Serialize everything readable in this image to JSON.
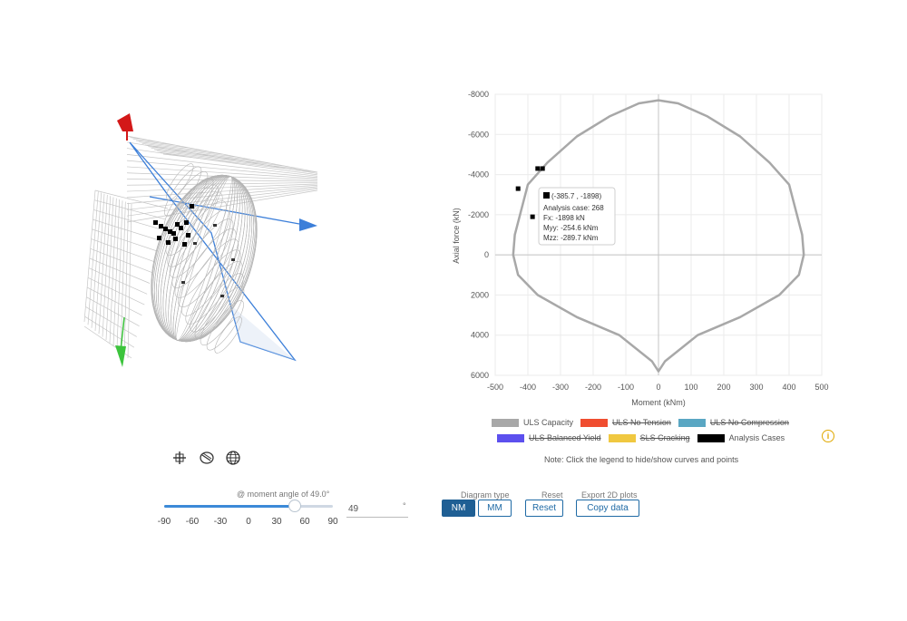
{
  "chart_data": {
    "type": "line",
    "title": "",
    "xlabel": "Moment (kNm)",
    "ylabel": "Axial force (kN)",
    "xlim": [
      -500,
      500
    ],
    "ylim": [
      -8000,
      6000
    ],
    "y_reversed": true,
    "grid": true,
    "xticks": [
      "-500",
      "-400",
      "-300",
      "-200",
      "-100",
      "0",
      "100",
      "200",
      "300",
      "400",
      "500"
    ],
    "yticks": [
      "-8000",
      "-6000",
      "-4000",
      "-2000",
      "0",
      "2000",
      "4000",
      "6000"
    ],
    "series": [
      {
        "name": "ULS Capacity",
        "color": "#a8a8a8",
        "visible": true,
        "points": [
          [
            0,
            -7700
          ],
          [
            -60,
            -7550
          ],
          [
            -150,
            -6900
          ],
          [
            -250,
            -5900
          ],
          [
            -340,
            -4600
          ],
          [
            -400,
            -3500
          ],
          [
            -440,
            -1000
          ],
          [
            -445,
            0
          ],
          [
            -430,
            1000
          ],
          [
            -370,
            2000
          ],
          [
            -250,
            3100
          ],
          [
            -120,
            4000
          ],
          [
            -20,
            5300
          ],
          [
            0,
            5800
          ],
          [
            20,
            5300
          ],
          [
            120,
            4000
          ],
          [
            250,
            3100
          ],
          [
            370,
            2000
          ],
          [
            430,
            1000
          ],
          [
            445,
            0
          ],
          [
            440,
            -1000
          ],
          [
            400,
            -3500
          ],
          [
            340,
            -4600
          ],
          [
            250,
            -5900
          ],
          [
            150,
            -6900
          ],
          [
            60,
            -7550
          ],
          [
            0,
            -7700
          ]
        ]
      },
      {
        "name": "ULS No Tension",
        "color": "#f04d30",
        "visible": false
      },
      {
        "name": "ULS No Compression",
        "color": "#5aa7c3",
        "visible": false
      },
      {
        "name": "ULS Balanced Yield",
        "color": "#5c50ee",
        "visible": false
      },
      {
        "name": "SLS Cracking",
        "color": "#f0c840",
        "visible": false
      },
      {
        "name": "Analysis Cases",
        "color": "#000000",
        "visible": true,
        "points": [
          [
            -370,
            -4300
          ],
          [
            -355,
            -4300
          ],
          [
            -430,
            -3300
          ],
          [
            -385.7,
            -1898
          ],
          [
            -340,
            -1700
          ]
        ]
      }
    ],
    "tooltip": {
      "header": "(-385.7 , -1898)",
      "lines": [
        "Analysis case: 268",
        "Fx: -1898 kN",
        "Myy: -254.6 kNm",
        "Mzz: -289.7 kNm"
      ]
    }
  },
  "legend_note": "Note: Click the legend to hide/show curves and points",
  "view_icons": [
    "crosshair-icon",
    "front-view-icon",
    "globe-icon"
  ],
  "controls": {
    "angle_label": "@ moment angle of 49.0°",
    "angle_value": "49",
    "angle_degree_unit": "°",
    "angle_fraction": 0.772,
    "slider_ticks": [
      "-90",
      "-60",
      "-30",
      "0",
      "30",
      "60",
      "90"
    ],
    "diagram_type_label": "Diagram type",
    "nm_label": "NM",
    "mm_label": "MM",
    "reset_label": "Reset",
    "reset_button": "Reset",
    "export_label": "Export 2D plots",
    "copy_button": "Copy data"
  },
  "colors": {
    "accent": "#1f6aa5",
    "axis_x": "#3c7fd9",
    "axis_y": "#3cc43c",
    "axis_z": "#d31818"
  }
}
